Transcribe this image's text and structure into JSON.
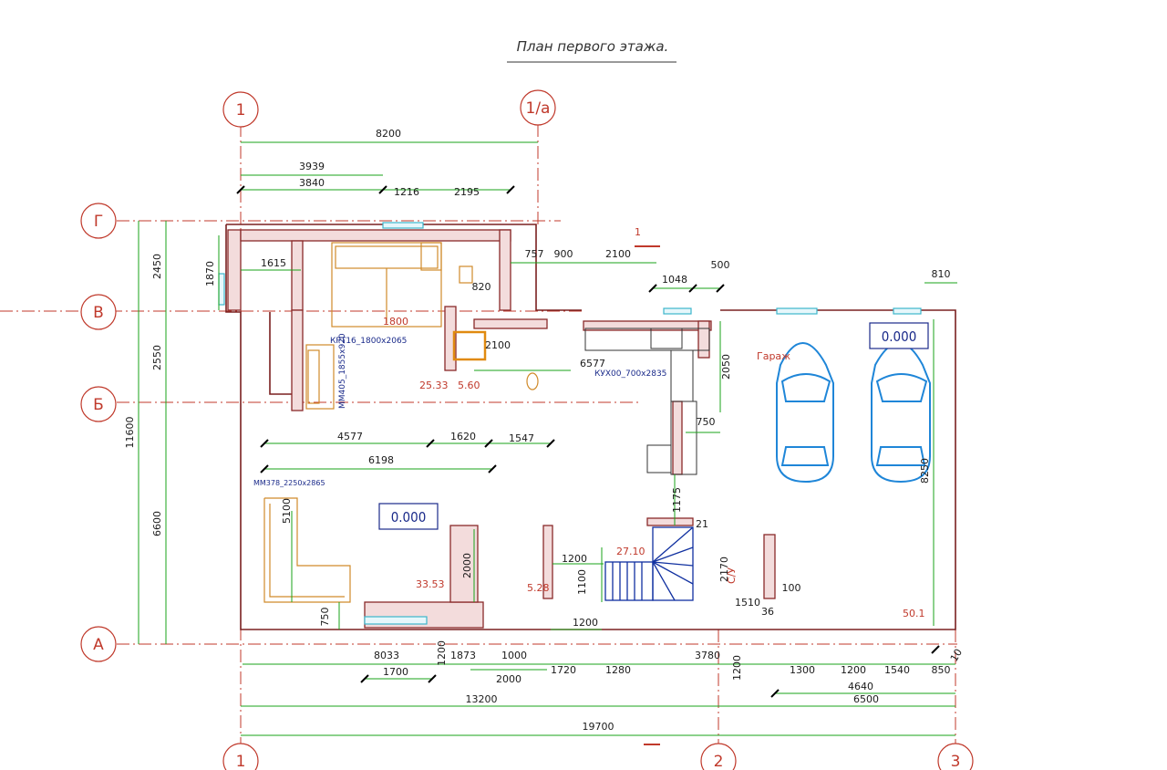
{
  "title": "План первого этажа.",
  "axes": {
    "vertical": [
      "1",
      "1/a",
      "2",
      "3"
    ],
    "horizontal": [
      "Г",
      "В",
      "Б",
      "А"
    ]
  },
  "section_mark": "1",
  "levels": {
    "living": "0.000",
    "garage": "0.000"
  },
  "rooms": {
    "garage": "Гараж",
    "wc": "С/У"
  },
  "areas": [
    "25.33",
    "5.60",
    "33.53",
    "5.28",
    "27.10",
    "50.1"
  ],
  "furniture_labels": {
    "bed": "КРТ16_1800x2065",
    "sofa_small": "ММ405_1855x920",
    "kitchen": "КУХ00_700x2835",
    "sofa_big": "ММ378_2250x2865"
  },
  "top_dims": [
    "8200",
    "3939",
    "3840",
    "1216",
    "2195"
  ],
  "middle_dims": [
    "757",
    "900",
    "2100",
    "1048",
    "500",
    "810",
    "1615",
    "1870",
    "820",
    "2100",
    "6577",
    "2050",
    "750",
    "4577",
    "1620",
    "1547",
    "6198",
    "1175",
    "21",
    "1200",
    "1100",
    "2170",
    "100",
    "1510",
    "36",
    "5100",
    "2000",
    "750",
    "1200"
  ],
  "left_dims": [
    "2450",
    "2550",
    "11600",
    "6600",
    "8250"
  ],
  "bottom_dims": [
    "8033",
    "1200",
    "1873",
    "1000",
    "3780",
    "1200",
    "1300",
    "1200",
    "1540",
    "850",
    "1700",
    "2000",
    "1720",
    "1280",
    "4640",
    "6500",
    "13200",
    "19700",
    "10"
  ]
}
